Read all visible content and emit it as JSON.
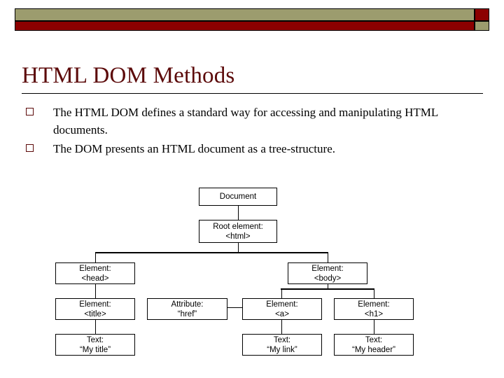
{
  "slide": {
    "title": "HTML DOM Methods",
    "bullets": [
      "The HTML DOM defines a standard way for accessing and manipulating HTML documents.",
      "The DOM presents an HTML document as a tree-structure."
    ]
  },
  "theme": {
    "title_color": "#5C0A0A",
    "banner_olive": "#9C9C6E",
    "banner_maroon": "#8C0000",
    "text_color": "#000000",
    "rule_color": "#000000"
  },
  "diagram": {
    "name": "html-dom-tree",
    "nodes": {
      "document": {
        "line1": "Document",
        "line2": ""
      },
      "root": {
        "line1": "Root element:",
        "line2": "<html>"
      },
      "head": {
        "line1": "Element:",
        "line2": "<head>"
      },
      "body": {
        "line1": "Element:",
        "line2": "<body>"
      },
      "title": {
        "line1": "Element:",
        "line2": "<title>"
      },
      "attr_href": {
        "line1": "Attribute:",
        "line2": "“href”"
      },
      "anchor": {
        "line1": "Element:",
        "line2": "<a>"
      },
      "h1": {
        "line1": "Element:",
        "line2": "<h1>"
      },
      "text_title": {
        "line1": "Text:",
        "line2": "“My title”"
      },
      "text_link": {
        "line1": "Text:",
        "line2": "“My link”"
      },
      "text_header": {
        "line1": "Text:",
        "line2": "“My header”"
      }
    }
  }
}
